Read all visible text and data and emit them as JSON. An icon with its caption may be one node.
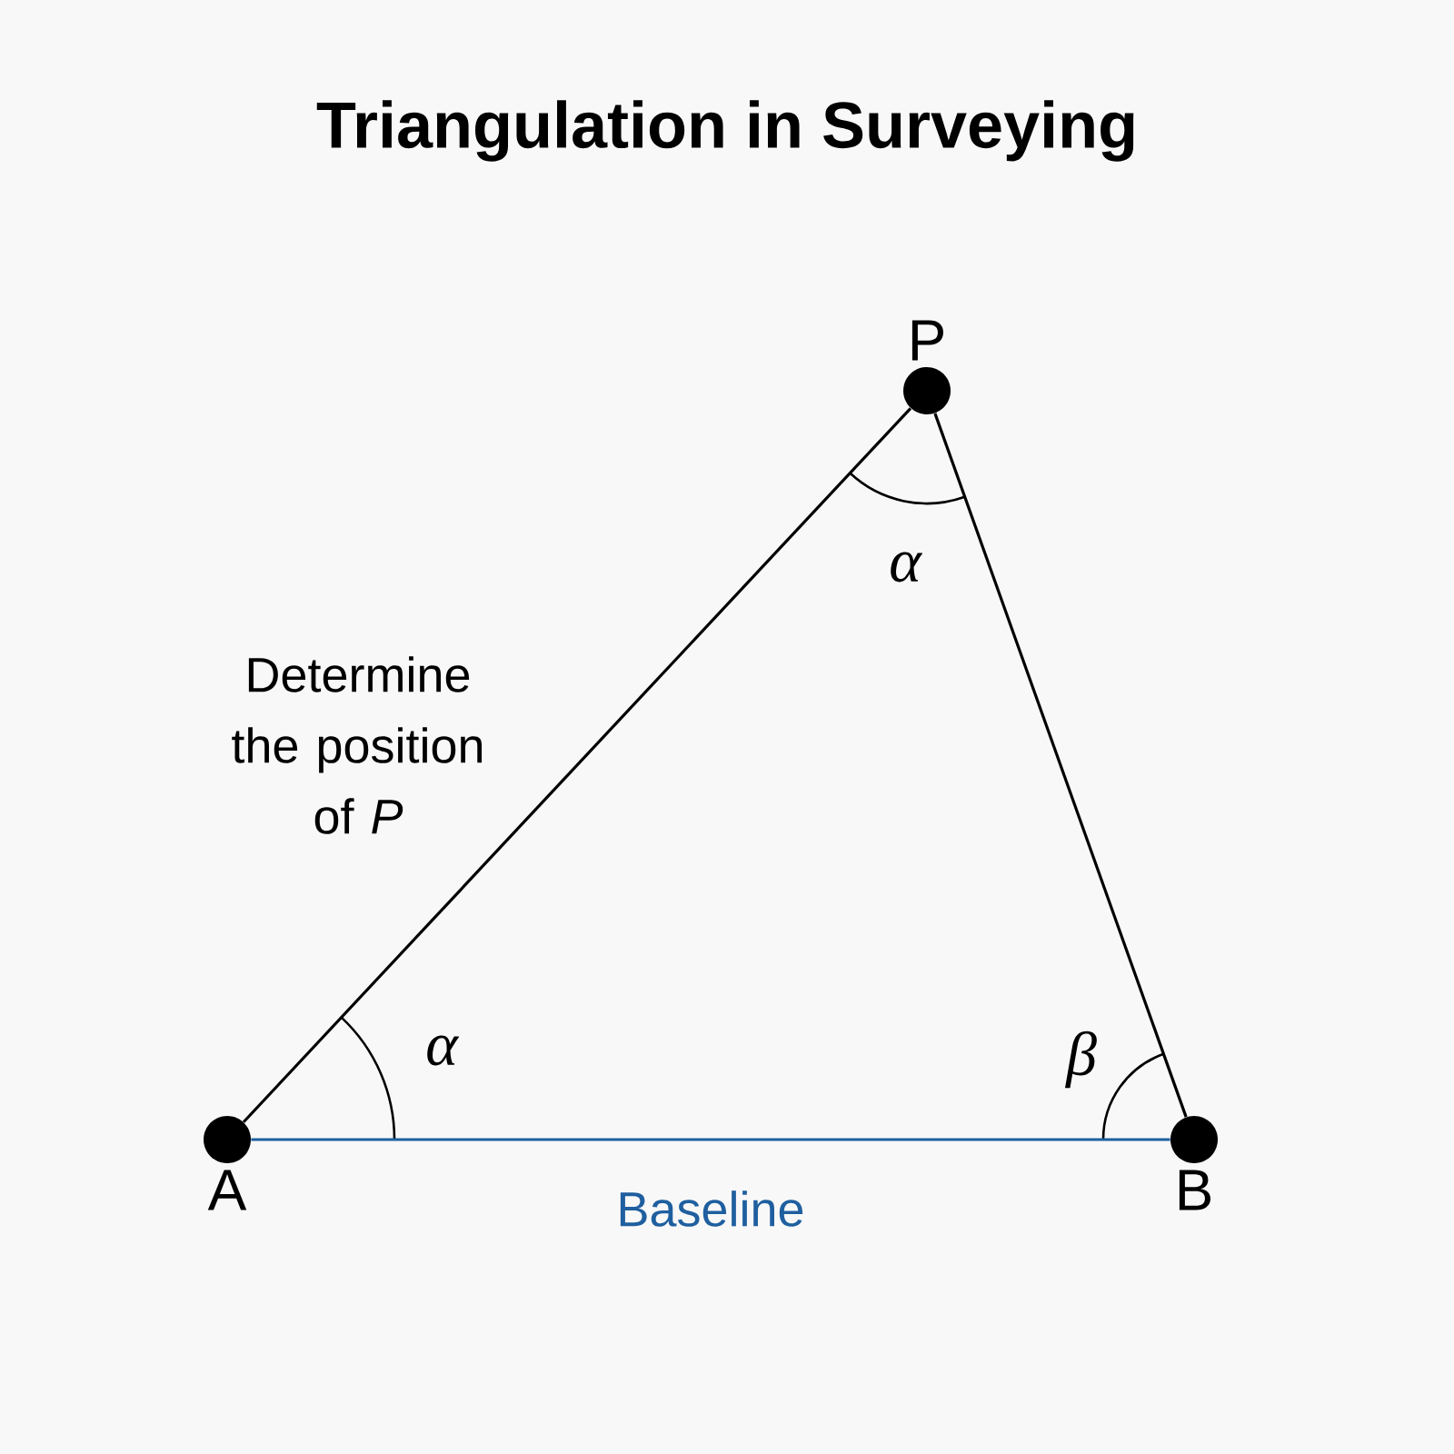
{
  "diagram": {
    "title": "Triangulation in Surveying",
    "nodes": [
      {
        "text": [
          "A"
        ]
      },
      {
        "text": [
          "P"
        ]
      },
      {
        "text": [
          "B"
        ]
      }
    ],
    "edges": [
      {
        "from": 0,
        "to": 1,
        "arrow": "none"
      },
      {
        "from": 1,
        "to": 2,
        "arrow": "none"
      },
      {
        "from": 0,
        "to": 2,
        "arrow": "none",
        "label": "Baseline",
        "color": "#1f5f9f"
      }
    ],
    "labels": [
      "α",
      "Determine the position of *P*",
      "α",
      "β"
    ]
  }
}
